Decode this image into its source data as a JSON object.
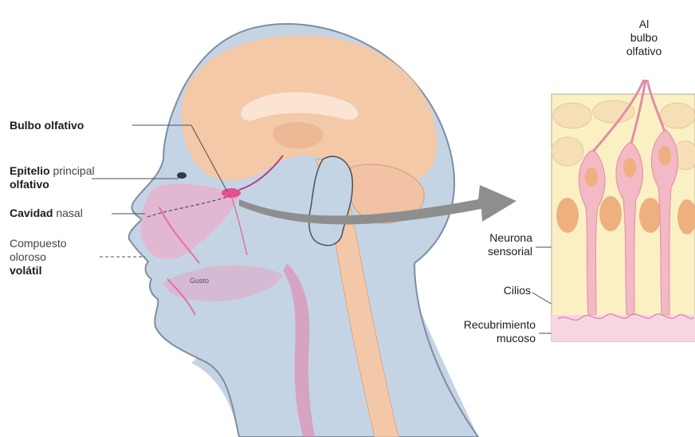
{
  "labels": {
    "bulbo": "Bulbo olfativo",
    "epitelio_bold": "Epitelio",
    "epitelio_normal": "principal",
    "epitelio_line2": "olfativo",
    "cavidad_bold": "Cavidad",
    "cavidad_normal": "nasal",
    "compuesto_l1": "Compuesto",
    "compuesto_l2": "oloroso",
    "compuesto_l3": "volátil",
    "gusto": "Gusto",
    "al_l1": "Al",
    "al_l2": "bulbo",
    "al_l3": "olfativo",
    "neurona_l1": "Neurona",
    "neurona_l2": "sensorial",
    "cilios": "Cilios",
    "recub_l1": "Recubrimiento",
    "recub_l2": "mucoso"
  },
  "colors": {
    "skin": "#c5d4e4",
    "head_outline": "#7d8ea2",
    "brain": "#f3c9a8",
    "brain_light": "#f8dcc3",
    "epithelium_bg": "#fbf0c4",
    "neuron": "#f3b9c4",
    "nucleus": "#eeb07e",
    "pink": "#e56fa2",
    "arrow": "#8e8e8e",
    "text": "#1c1c1c"
  }
}
